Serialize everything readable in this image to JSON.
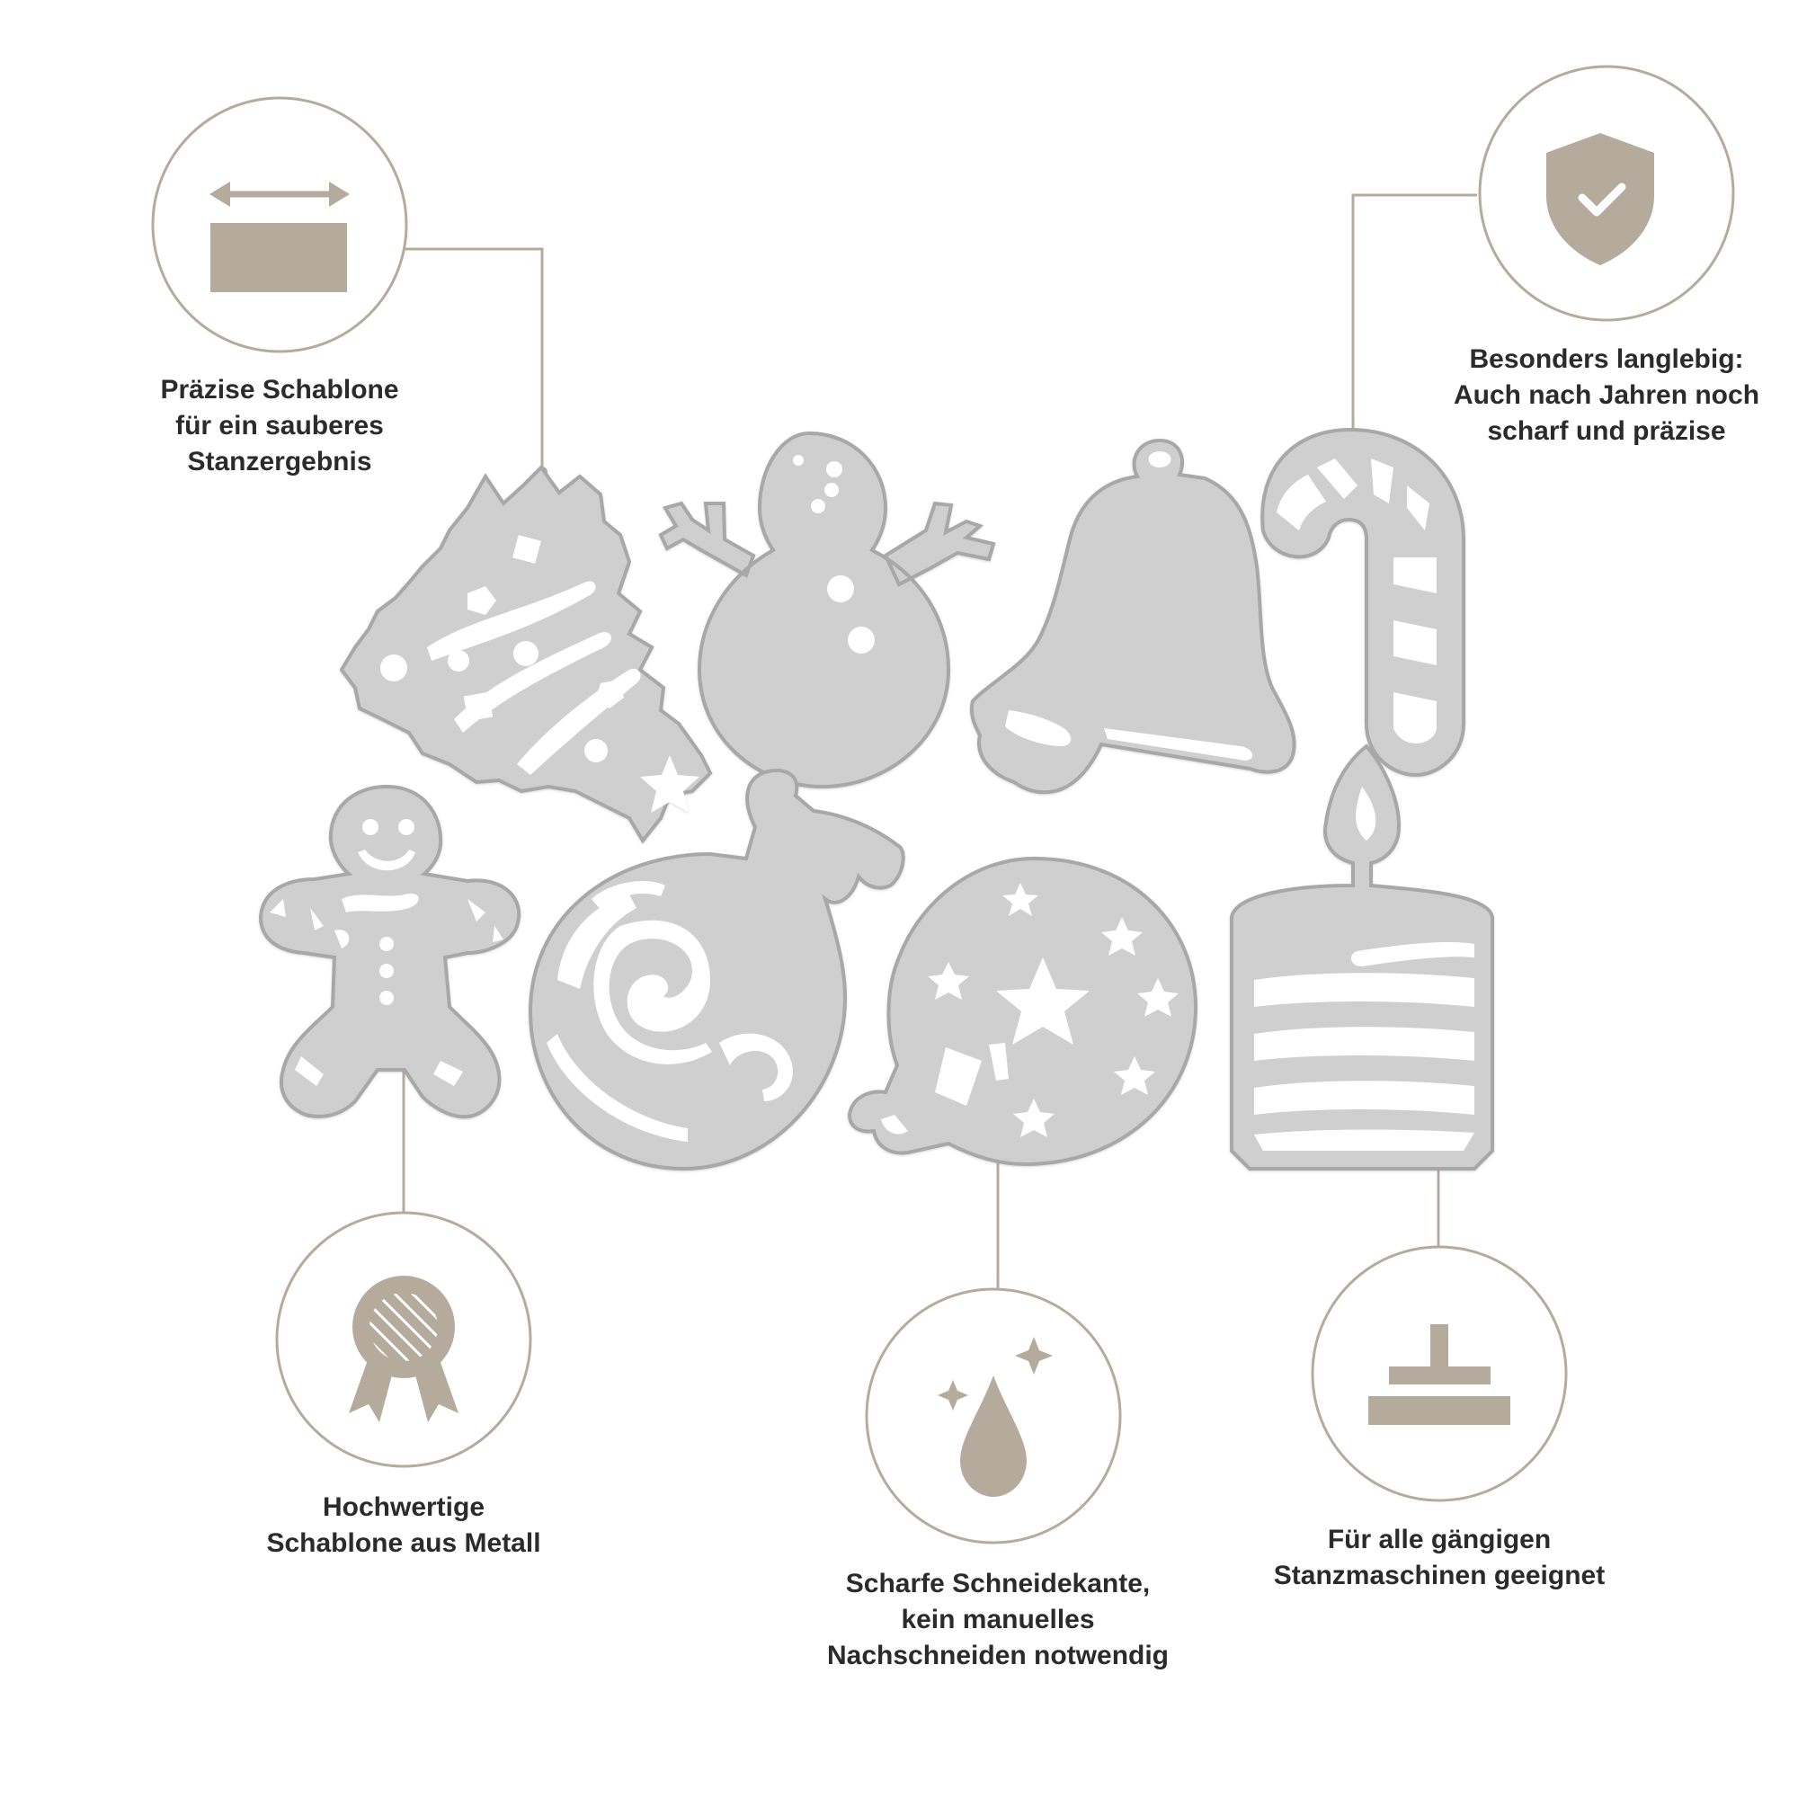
{
  "colors": {
    "accent": "#b5ab9d",
    "die_fill": "#cfcfcf",
    "die_edge": "#a8a8a8",
    "text": "#2b2b2b",
    "line": "#b5ab9d"
  },
  "features": [
    {
      "icon": "width-dimension-icon",
      "lines": [
        "Präzise Schablone",
        "für ein sauberes",
        "Stanzergebnis"
      ]
    },
    {
      "icon": "shield-check-icon",
      "lines": [
        "Besonders langlebig:",
        "Auch nach Jahren noch",
        "scharf und präzise"
      ]
    },
    {
      "icon": "award-medal-icon",
      "lines": [
        "Hochwertige",
        "Schablone aus Metall"
      ]
    },
    {
      "icon": "sharp-edge-icon",
      "lines": [
        "Scharfe Schneidekante,",
        "kein manuelles",
        "Nachschneiden notwendig"
      ]
    },
    {
      "icon": "stamping-machine-icon",
      "lines": [
        "Für alle gängigen",
        "Stanzmaschinen geeignet"
      ]
    }
  ],
  "dies": [
    "christmas-tree-die",
    "snowman-die",
    "bell-die",
    "candy-cane-die",
    "gingerbread-man-die",
    "ornament-swirl-die",
    "ornament-stars-die",
    "candle-die"
  ]
}
